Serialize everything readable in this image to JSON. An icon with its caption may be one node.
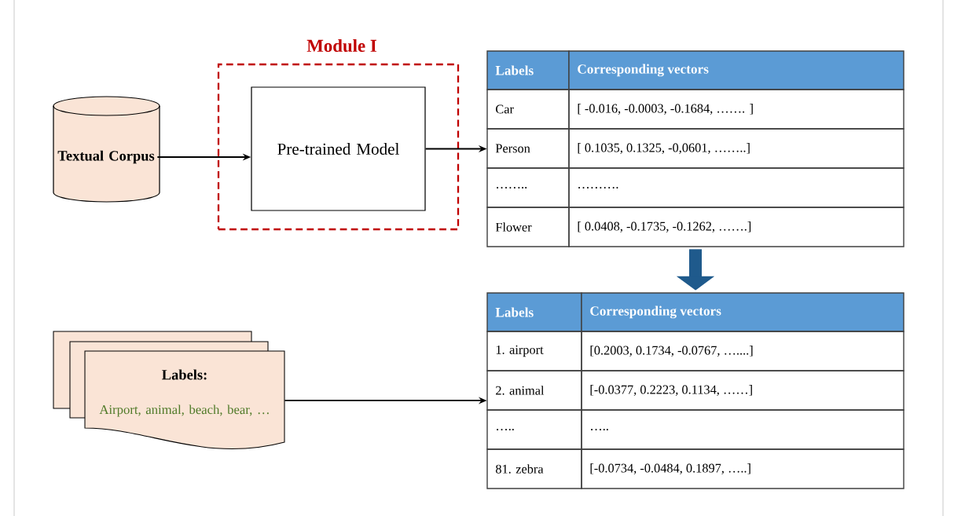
{
  "diagram": {
    "nodes": [
      {
        "text": [
          "Textual Corpus"
        ]
      },
      {
        "text": [
          "Module I"
        ]
      },
      {
        "text": [
          "Pre-trained Model"
        ],
        "in": 1
      },
      {
        "text": [
          "Labels",
          "Corresponding vectors",
          "Car",
          "[ -0.016, -0.0003, -0.1684,  ……. ]",
          "Person",
          "[ 0.1035, 0.1325, -0,0601,  ……..]",
          "……..",
          "……….",
          "Flower",
          "[ 0.0408, -0.1735, -0.1262,  …….]"
        ]
      },
      {
        "text": [
          "Labels",
          "Corresponding vectors",
          "1. airport",
          "[0.2003, 0.1734, -0.0767, …....]",
          "2. animal",
          "[-0.0377, 0.2223, 0.1134,  ……]",
          "…..",
          "…..",
          "81. zebra",
          "[-0.0734, -0.0484, 0.1897,  …..]"
        ]
      },
      {
        "text": [
          "Labels:",
          "Airport, animal, beach, bear, …"
        ]
      }
    ],
    "edges": [
      {
        "from": 0,
        "to": 2,
        "arrow": "to"
      },
      {
        "from": 2,
        "to": 3,
        "arrow": "to"
      },
      {
        "from": 3,
        "to": 4,
        "arrow": "to",
        "style": "thick",
        "color": "#1f5a8c"
      },
      {
        "from": 5,
        "to": 4,
        "arrow": "to"
      }
    ]
  }
}
